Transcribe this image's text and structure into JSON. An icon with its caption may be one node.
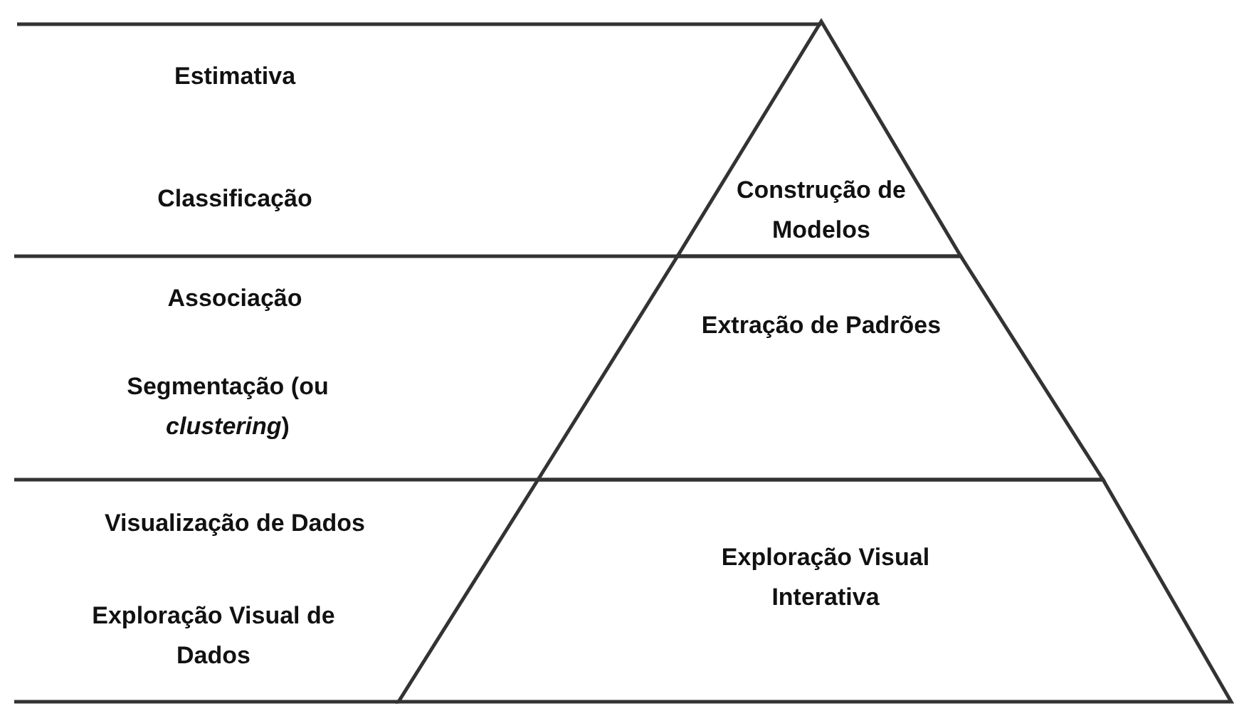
{
  "diagram": {
    "nodes": [
      {
        "text": [
          "Construção de Modelos"
        ]
      },
      {
        "text": [
          "Extração de Padrões"
        ]
      },
      {
        "text": [
          "Exploração Visual Interativa"
        ]
      }
    ],
    "labels": [
      "Estimativa",
      "Classificação",
      "Associação",
      "Segmentação (ou *clustering*)",
      "Visualização de Dados",
      "Exploração Visual de Dados"
    ]
  }
}
